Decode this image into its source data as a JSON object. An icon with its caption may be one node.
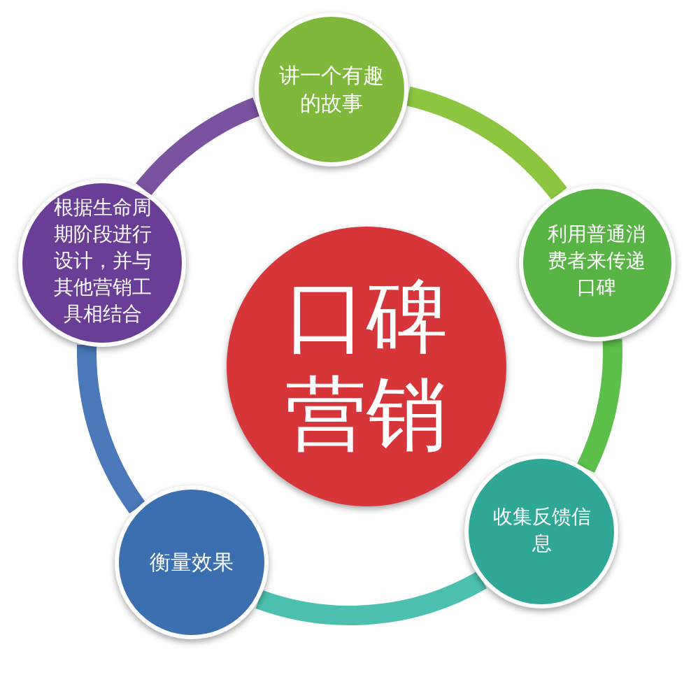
{
  "diagram": {
    "nodes": [
      {
        "text": [
          "口碑营销"
        ]
      },
      {
        "text": [
          "讲一个有趣的故事"
        ]
      },
      {
        "text": [
          "利用普通消费者来传递口碑"
        ]
      },
      {
        "text": [
          "收集反馈信息"
        ]
      },
      {
        "text": [
          "衡量效果"
        ]
      },
      {
        "text": [
          "根据生命周期阶段进行设计，并与其他营销工具相结合"
        ]
      }
    ],
    "edges": [
      {
        "from": 1,
        "to": 2,
        "arrow": "none",
        "color": "#8cc63e"
      },
      {
        "from": 2,
        "to": 3,
        "arrow": "none",
        "color": "#5cbf4a"
      },
      {
        "from": 3,
        "to": 4,
        "arrow": "none",
        "color": "#4cc0b0"
      },
      {
        "from": 4,
        "to": 5,
        "arrow": "none",
        "color": "#4a78b8"
      },
      {
        "from": 5,
        "to": 1,
        "arrow": "none",
        "color": "#7a52a0"
      }
    ]
  }
}
